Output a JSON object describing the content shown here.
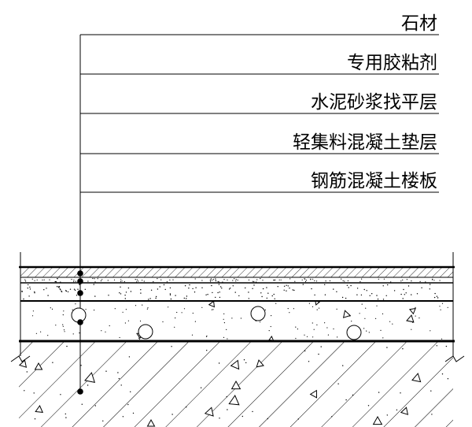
{
  "diagram": {
    "labels": [
      "石材",
      "专用胶粘剂",
      "水泥砂浆找平层",
      "轻集料混凝土垫层",
      "钢筋混凝土楼板"
    ],
    "colors": {
      "line": "#000000",
      "background": "#ffffff"
    }
  }
}
